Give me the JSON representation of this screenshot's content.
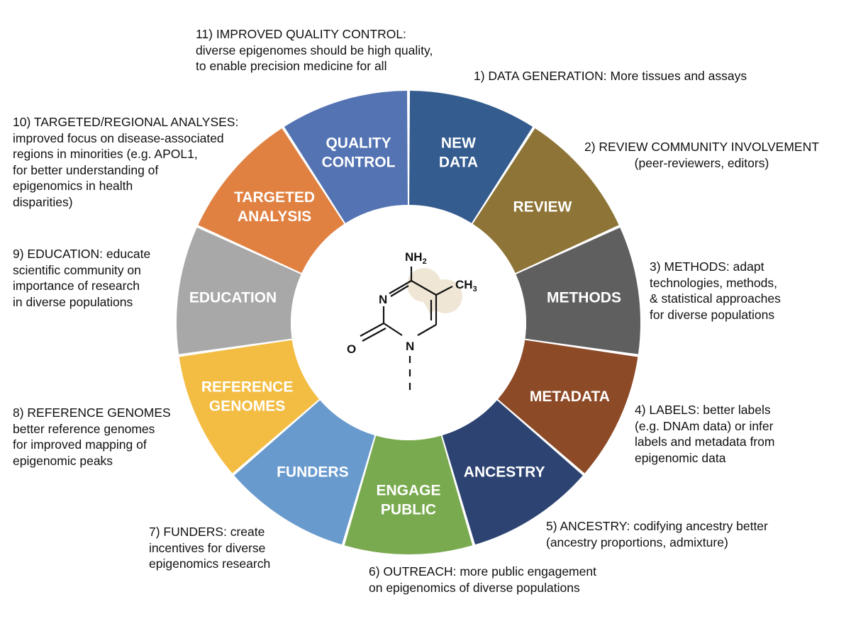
{
  "segments": [
    {
      "id": "new-data",
      "lines": [
        "NEW",
        "DATA"
      ],
      "color": "#345c8f"
    },
    {
      "id": "review",
      "lines": [
        "REVIEW"
      ],
      "color": "#8e7537"
    },
    {
      "id": "methods",
      "lines": [
        "METHODS"
      ],
      "color": "#5f5f5f"
    },
    {
      "id": "metadata",
      "lines": [
        "METADATA"
      ],
      "color": "#8d4a27"
    },
    {
      "id": "ancestry",
      "lines": [
        "ANCESTRY"
      ],
      "color": "#2d4473"
    },
    {
      "id": "engage-public",
      "lines": [
        "ENGAGE",
        "PUBLIC"
      ],
      "color": "#7aaa50"
    },
    {
      "id": "funders",
      "lines": [
        "FUNDERS"
      ],
      "color": "#689ace"
    },
    {
      "id": "reference-genomes",
      "lines": [
        "REFERENCE",
        "GENOMES"
      ],
      "color": "#f3bd44"
    },
    {
      "id": "education",
      "lines": [
        "EDUCATION"
      ],
      "color": "#a8a8a8"
    },
    {
      "id": "targeted-analysis",
      "lines": [
        "TARGETED",
        "ANALYSIS"
      ],
      "color": "#e08142"
    },
    {
      "id": "quality-control",
      "lines": [
        "QUALITY",
        "CONTROL"
      ],
      "color": "#5473b3"
    }
  ],
  "annotations": [
    {
      "id": "data-generation",
      "lines": [
        "1) DATA GENERATION: More tissues and assays"
      ]
    },
    {
      "id": "review-community",
      "lines": [
        "2) REVIEW COMMUNITY INVOLVEMENT",
        "(peer-reviewers, editors)"
      ]
    },
    {
      "id": "methods",
      "lines": [
        "3) METHODS: adapt",
        "technologies, methods,",
        "& statistical approaches",
        "for diverse populations"
      ]
    },
    {
      "id": "labels",
      "lines": [
        "4) LABELS: better labels",
        "(e.g. DNAm data) or infer",
        "labels and metadata from",
        "epigenomic data"
      ]
    },
    {
      "id": "ancestry",
      "lines": [
        "5) ANCESTRY: codifying ancestry better",
        "(ancestry proportions, admixture)"
      ]
    },
    {
      "id": "outreach",
      "lines": [
        "6) OUTREACH: more public engagement",
        "on epigenomics of diverse populations"
      ]
    },
    {
      "id": "funders",
      "lines": [
        "7) FUNDERS: create",
        "incentives for diverse",
        "epigenomics research"
      ]
    },
    {
      "id": "reference-genomes",
      "lines": [
        "8) REFERENCE GENOMES",
        "better reference genomes",
        "for improved mapping of",
        "epigenomic peaks"
      ]
    },
    {
      "id": "education",
      "lines": [
        "9) EDUCATION: educate",
        "scientific community on",
        "importance of research",
        "in diverse populations"
      ]
    },
    {
      "id": "targeted-analyses",
      "lines": [
        "10) TARGETED/REGIONAL ANALYSES:",
        "improved focus on disease-associated",
        "regions in minorities (e.g. APOL1,",
        "for better understanding of",
        "epigenomics in health",
        "disparities)"
      ]
    },
    {
      "id": "quality-control",
      "lines": [
        "11) IMPROVED QUALITY CONTROL:",
        "diverse epigenomes should be high quality,",
        "to enable precision medicine for all"
      ]
    }
  ],
  "molecule": {
    "nh2": "NH",
    "nh2_sub": "2",
    "ch3": "CH",
    "ch3_sub": "3",
    "n_top": "N",
    "n_bottom": "N",
    "o": "O"
  }
}
